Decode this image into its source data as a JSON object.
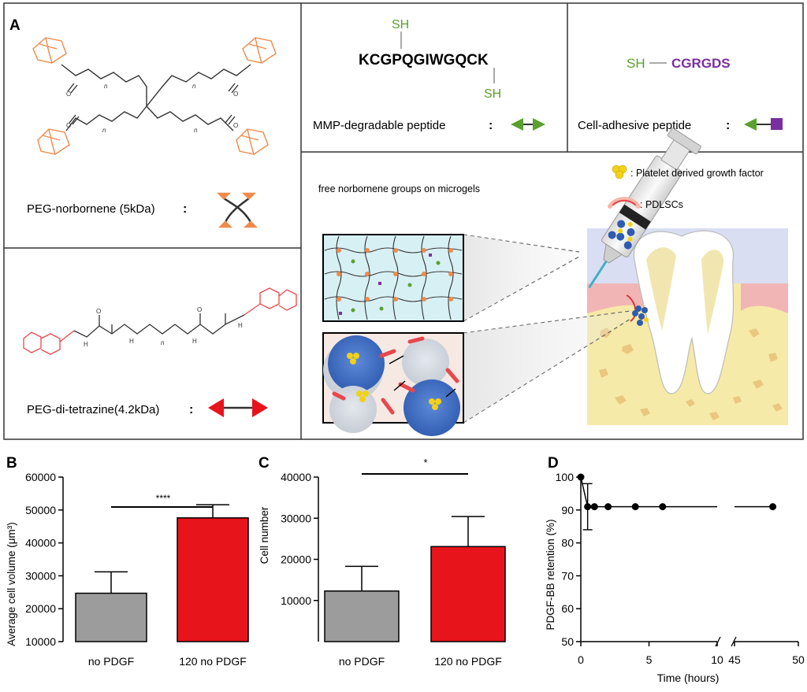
{
  "panel_a": {
    "label": "A",
    "peg_norbornene": "PEG-norbornene (5kDa)",
    "peg_ditetrazine": "PEG-di-tetrazine(4.2kDa)",
    "sep": ":",
    "chem_n": "n",
    "chem_o": "O",
    "chem_h": "H",
    "mmp_sh_top": "SH",
    "mmp_sequence": "KCGPQGIWGQCK",
    "mmp_sh_bottom": "SH",
    "mmp_label": "MMP-degradable peptide",
    "cell_sh": "SH",
    "cell_sequence": "CGRGDS",
    "cell_label": "Cell-adhesive peptide",
    "legend_pdgf": ": Platelet derived growth factor",
    "legend_pdlsc": ": PDLSCs",
    "free_nb": "free norbornene groups on microgels",
    "colors": {
      "peg": "#f08a4b",
      "tetrazine": "#e8474c",
      "peptide": "#5aa02c",
      "rgd": "#7a2fa0",
      "microgel": "#3f6fc4"
    }
  },
  "charts": {
    "B": {
      "panel_label": "B",
      "sig_label": "****"
    },
    "C": {
      "panel_label": "C",
      "sig_label": "*"
    },
    "D": {
      "panel_label": "D"
    }
  },
  "chart_data": [
    {
      "type": "bar",
      "panel": "B",
      "categories": [
        "no PDGF",
        "120 no PDGF"
      ],
      "values": [
        24700,
        47600
      ],
      "errors": [
        6500,
        4000
      ],
      "colors": [
        "#9c9c9c",
        "#e8141c"
      ],
      "ylabel": "Average cell volume (μm³)",
      "ylim": [
        10000,
        60000
      ],
      "yticks": [
        10000,
        20000,
        30000,
        40000,
        50000,
        60000
      ],
      "yticklabels": [
        "10000",
        "20000",
        "30000",
        "40000",
        "50000",
        "60000"
      ]
    },
    {
      "type": "bar",
      "panel": "C",
      "categories": [
        "no PDGF",
        "120 no PDGF"
      ],
      "values": [
        12300,
        23100
      ],
      "errors": [
        6000,
        7300
      ],
      "colors": [
        "#9c9c9c",
        "#e8141c"
      ],
      "ylabel": "Cell number",
      "ylim": [
        0,
        40000
      ],
      "yticks": [
        10000,
        20000,
        30000,
        40000
      ],
      "yticklabels": [
        "10000",
        "20000",
        "30000",
        "40000"
      ]
    },
    {
      "type": "line",
      "panel": "D",
      "x": [
        0,
        0.5,
        1,
        2,
        4,
        6,
        48
      ],
      "y": [
        100,
        91,
        91,
        91,
        91,
        91,
        91
      ],
      "errors": [
        0,
        7,
        0,
        0,
        0,
        0,
        0
      ],
      "xlabel": "Time (hours)",
      "ylabel": "PDGF-BB retention (%)",
      "ylim": [
        50,
        100
      ],
      "yticks": [
        50,
        60,
        70,
        80,
        90,
        100
      ],
      "yticklabels": [
        "50",
        "60",
        "70",
        "80",
        "90",
        "100"
      ],
      "x_segments": [
        [
          0,
          10
        ],
        [
          45,
          50
        ]
      ],
      "xticks": [
        0,
        5,
        10,
        45,
        50
      ],
      "xticklabels": [
        "0",
        "5",
        "10",
        "45",
        "50"
      ]
    }
  ]
}
